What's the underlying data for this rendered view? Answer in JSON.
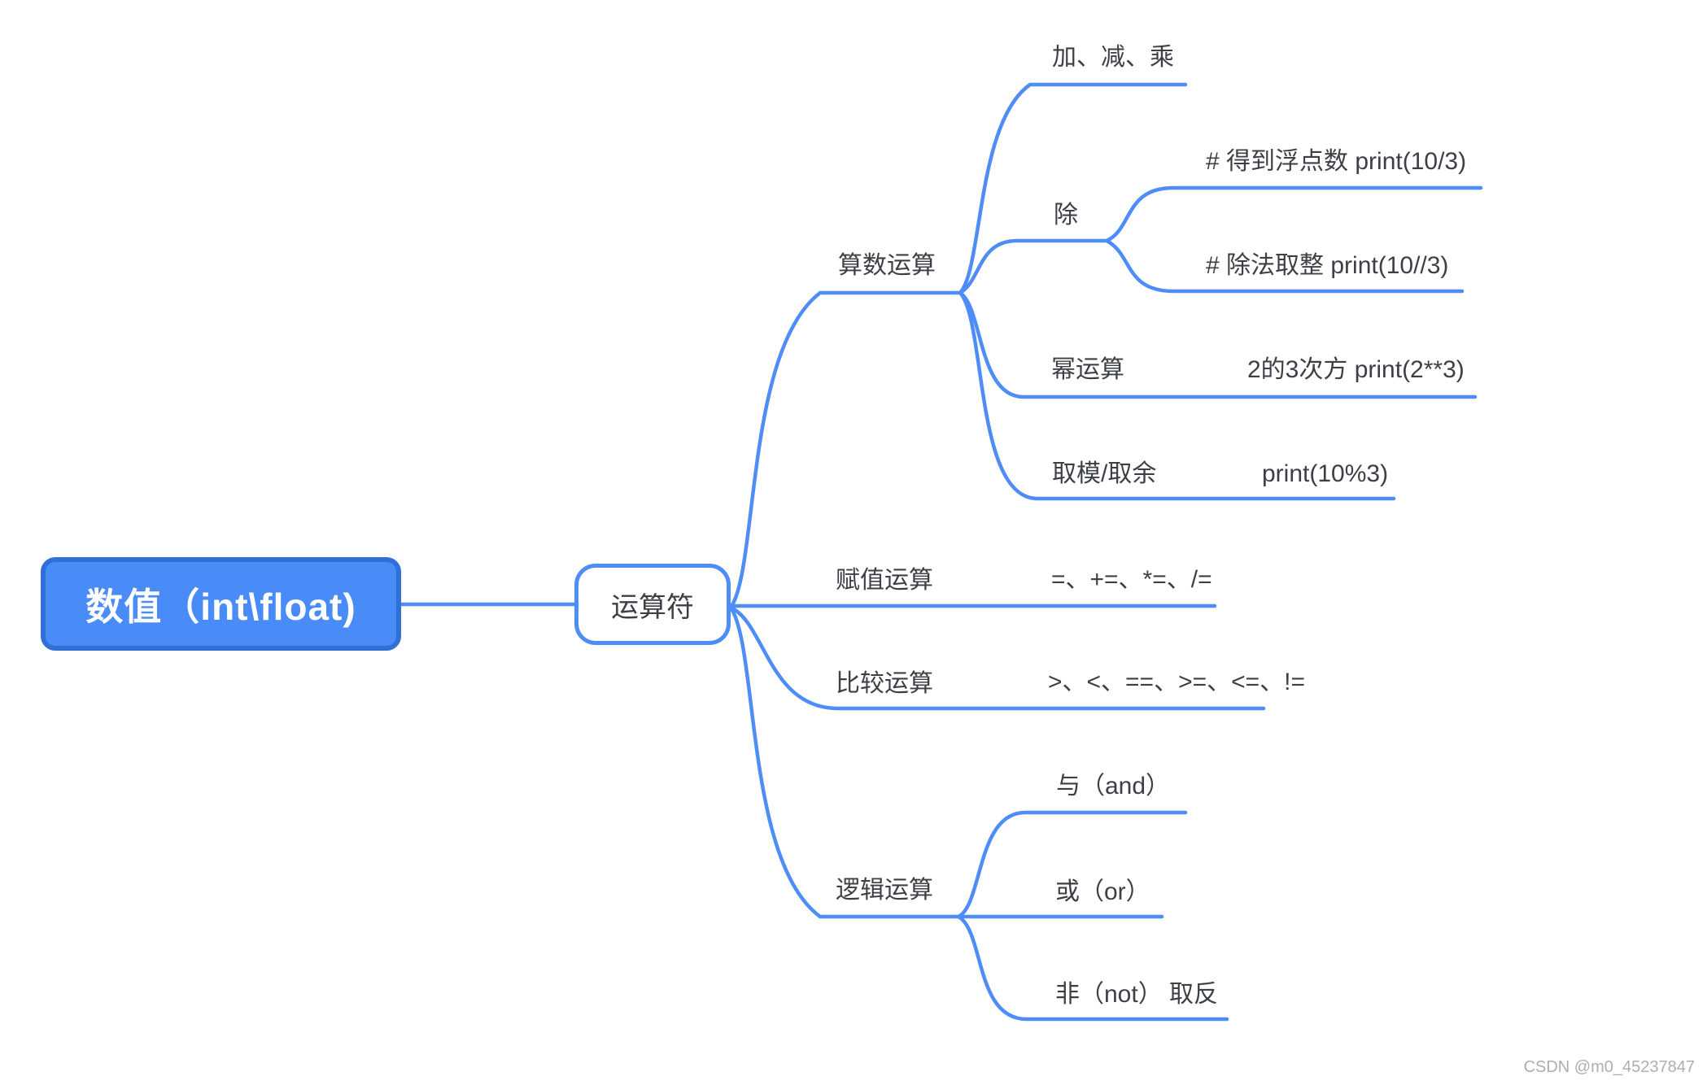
{
  "colors": {
    "line": "#4E8DF7",
    "rootFill": "#4A8CF7",
    "rootBorder": "#2F6FD6",
    "topicText": "#3C4046",
    "watermark": "#ABAFB5",
    "bg": "#FFFFFF"
  },
  "root": {
    "label": "数值（int\\float)"
  },
  "hub": {
    "label": "运算符"
  },
  "branches": [
    {
      "label": "算数运算",
      "children": [
        {
          "label": "加、减、乘"
        },
        {
          "label": "除",
          "children": [
            {
              "label": "# 得到浮点数 print(10/3)"
            },
            {
              "label": "# 除法取整 print(10//3)"
            }
          ]
        },
        {
          "label": "幂运算",
          "note": "2的3次方 print(2**3)"
        },
        {
          "label": "取模/取余",
          "note": "print(10%3)"
        }
      ]
    },
    {
      "label": "赋值运算",
      "note": "=、+=、*=、/="
    },
    {
      "label": "比较运算",
      "note": ">、<、==、>=、<=、!="
    },
    {
      "label": "逻辑运算",
      "children": [
        {
          "label": "与（and）"
        },
        {
          "label": "或（or）"
        },
        {
          "label": "非（not） 取反"
        }
      ]
    }
  ],
  "watermark": "CSDN @m0_45237847"
}
